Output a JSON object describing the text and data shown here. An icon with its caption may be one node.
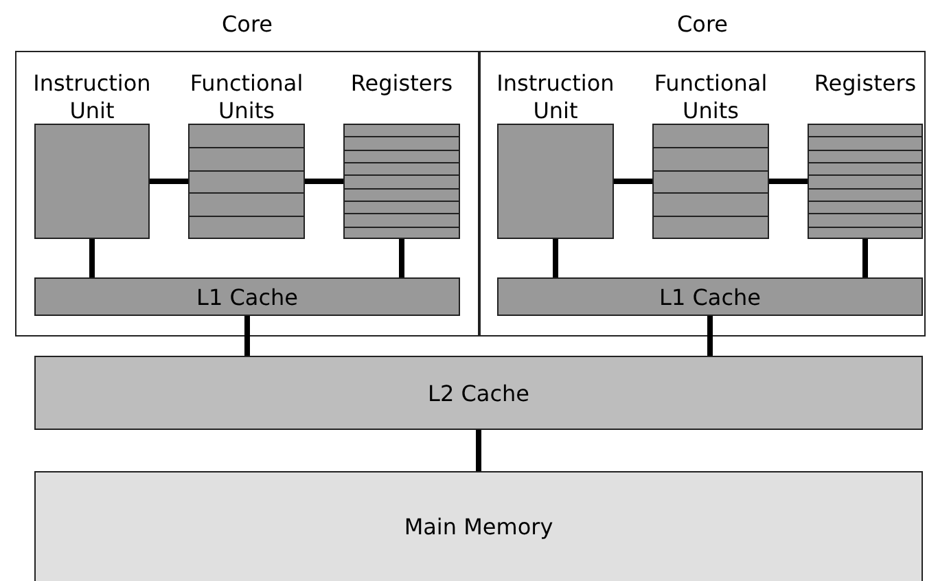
{
  "diagram": {
    "nodes": [
      {
        "text": [
          "Core"
        ]
      },
      {
        "text": [
          "Instruction Unit"
        ],
        "in": 0
      },
      {
        "text": [
          "Functional Units"
        ],
        "in": 0
      },
      {
        "text": [
          "Registers"
        ],
        "in": 0
      },
      {
        "text": [
          "L1 Cache"
        ],
        "in": 0
      },
      {
        "text": [
          "Core"
        ]
      },
      {
        "text": [
          "Instruction Unit"
        ],
        "in": 5
      },
      {
        "text": [
          "Functional Units"
        ],
        "in": 5
      },
      {
        "text": [
          "Registers"
        ],
        "in": 5
      },
      {
        "text": [
          "L1 Cache"
        ],
        "in": 5
      },
      {
        "text": [
          "L2 Cache"
        ]
      },
      {
        "text": [
          "Main Memory"
        ]
      }
    ],
    "edges": [
      {
        "from": 1,
        "to": 2,
        "arrow": "none"
      },
      {
        "from": 2,
        "to": 3,
        "arrow": "none"
      },
      {
        "from": 1,
        "to": 4,
        "arrow": "none"
      },
      {
        "from": 3,
        "to": 4,
        "arrow": "none"
      },
      {
        "from": 6,
        "to": 7,
        "arrow": "none"
      },
      {
        "from": 7,
        "to": 8,
        "arrow": "none"
      },
      {
        "from": 6,
        "to": 9,
        "arrow": "none"
      },
      {
        "from": 8,
        "to": 9,
        "arrow": "none"
      },
      {
        "from": 4,
        "to": 10,
        "arrow": "none"
      },
      {
        "from": 9,
        "to": 10,
        "arrow": "none"
      },
      {
        "from": 10,
        "to": 11,
        "arrow": "none"
      }
    ]
  }
}
